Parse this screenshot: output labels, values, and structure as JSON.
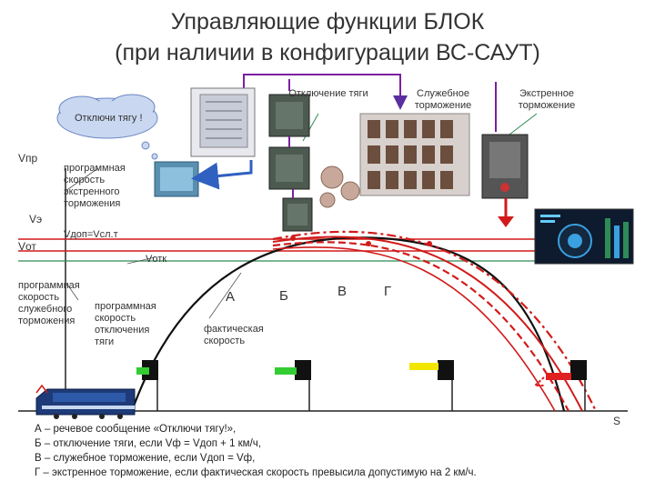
{
  "title": {
    "line1": "Управляющие функции БЛОК",
    "line2": "(при наличии в конфигурации ВС-САУТ)"
  },
  "callouts": {
    "traction_off": "Отключение тяги",
    "service_brake": "Служебное торможение",
    "emergency_brake": "Экстренное торможение",
    "voice_message": "Отключи тягу !"
  },
  "axis": {
    "v_pr": "Vпр",
    "v_e": "Vэ",
    "v_ot": "Vот",
    "s": "S"
  },
  "curve_labels": {
    "emergency_program": "программная скорость экстренного торможения",
    "v_dop": "Vдоп=Vсл.т",
    "v_otkl": "Vотк",
    "service_program": "программная скорость служебного торможения",
    "traction_program": "программная скорость отключения тяги",
    "actual_speed": "фактическая скорость"
  },
  "points": {
    "a": "А",
    "b": "Б",
    "v": "В",
    "g": "Г"
  },
  "legend": [
    "А – речевое сообщение «Отключи тягу!»,",
    "Б – отключение тяги, если Vф = Vдоп + 1 км/ч,",
    "В – служебное торможение, если Vдоп = Vф,",
    "Г – экстренное торможение, если фактическая скорость превысила допустимую на 2 км/ч."
  ],
  "signals": [
    {
      "name": "signal-1",
      "lit": "green"
    },
    {
      "name": "signal-2",
      "lit": "green-yellow"
    },
    {
      "name": "signal-3",
      "lit": "yellow"
    },
    {
      "name": "signal-4",
      "lit": "red"
    }
  ],
  "colors": {
    "arrow_purple": "#7a1fa2",
    "curve_red": "#d21a1a",
    "line_green": "#2e8b57",
    "signal_green": "#33cc33",
    "signal_yellow": "#f2e600",
    "signal_red": "#e02020"
  }
}
